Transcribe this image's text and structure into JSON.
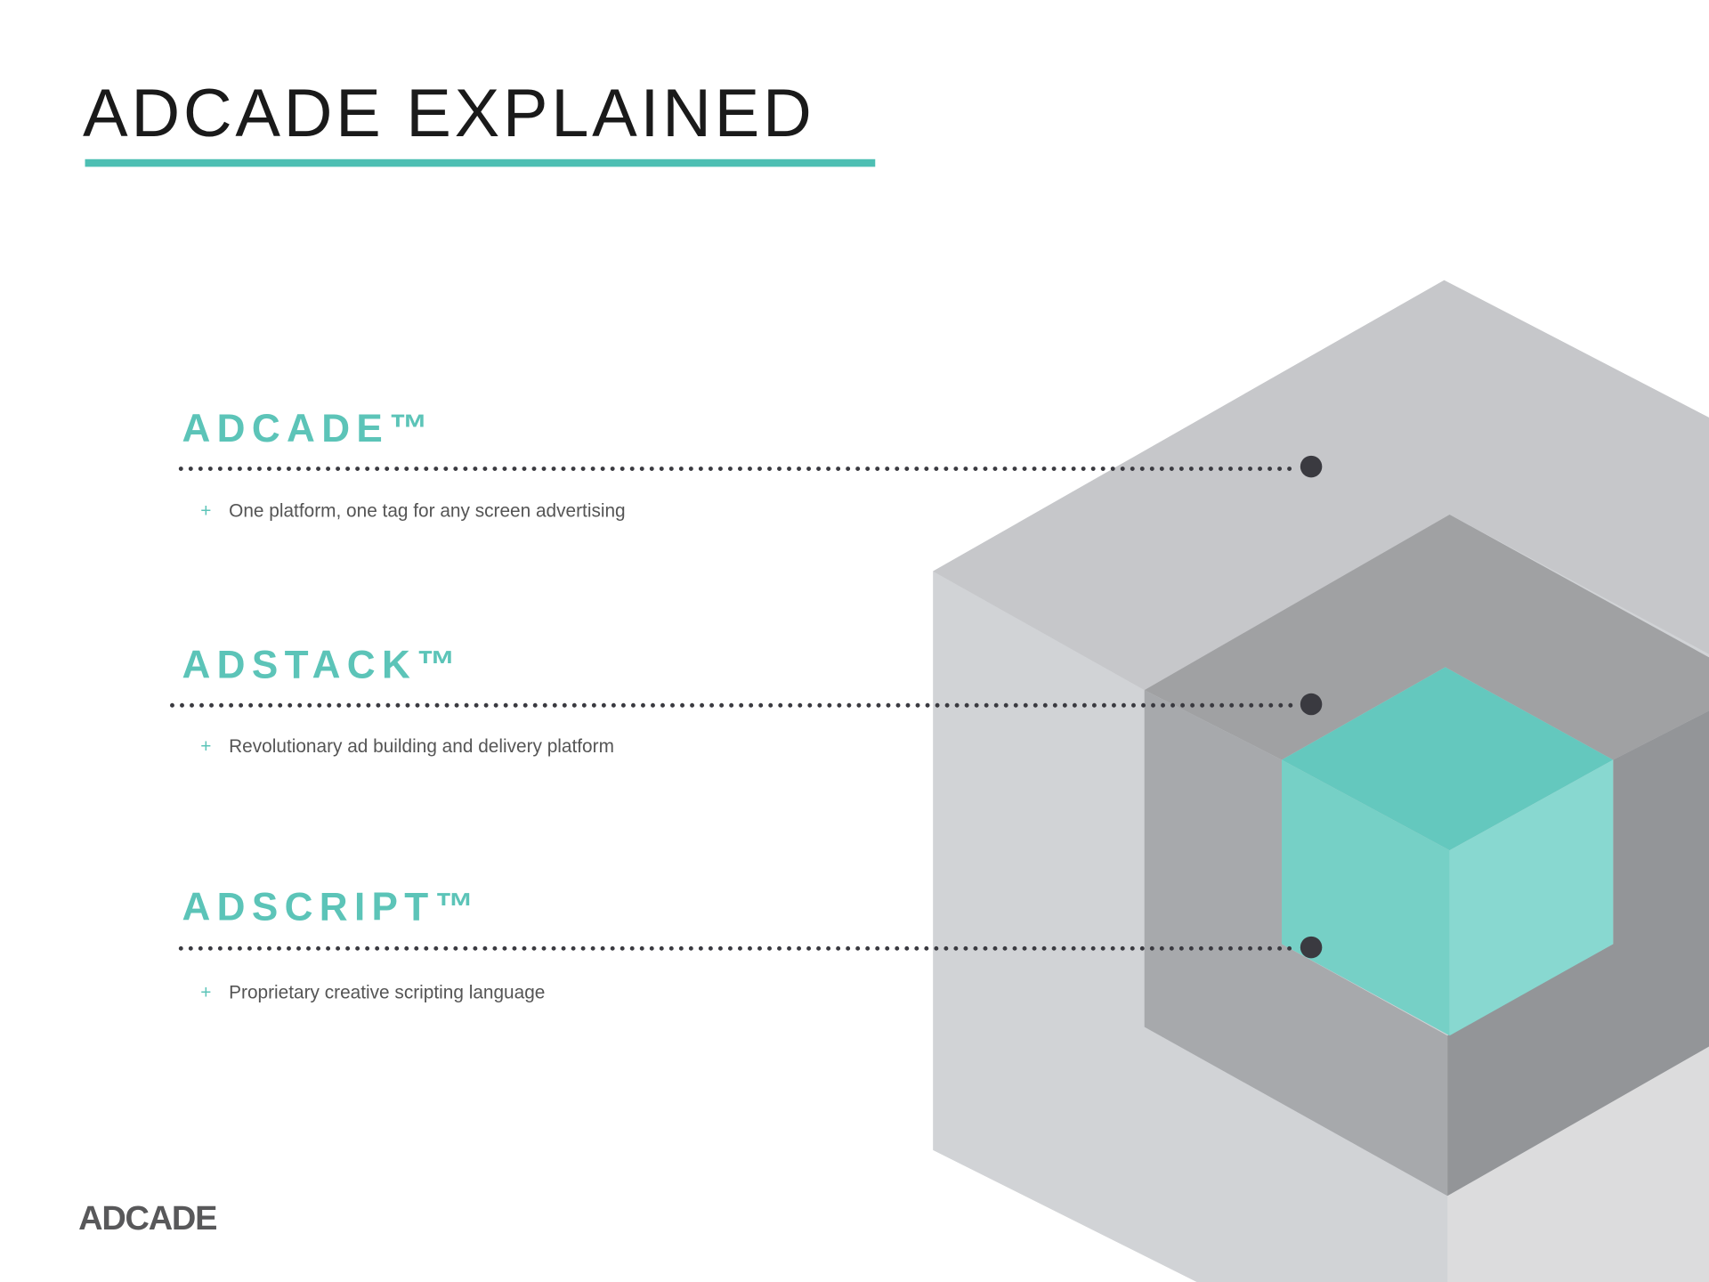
{
  "title": "ADCADE EXPLAINED",
  "sections": [
    {
      "heading": "ADCADE™",
      "bullet": "One platform, one tag for any screen advertising"
    },
    {
      "heading": "ADSTACK™",
      "bullet": "Revolutionary ad building and delivery platform"
    },
    {
      "heading": "ADSCRIPT™",
      "bullet": "Proprietary creative scripting language"
    }
  ],
  "bullet_symbol": "+",
  "logo": "ADCADE",
  "colors": {
    "accent": "#4dbfb3",
    "heading": "#5cc4b8",
    "dot": "#3a3a40"
  }
}
